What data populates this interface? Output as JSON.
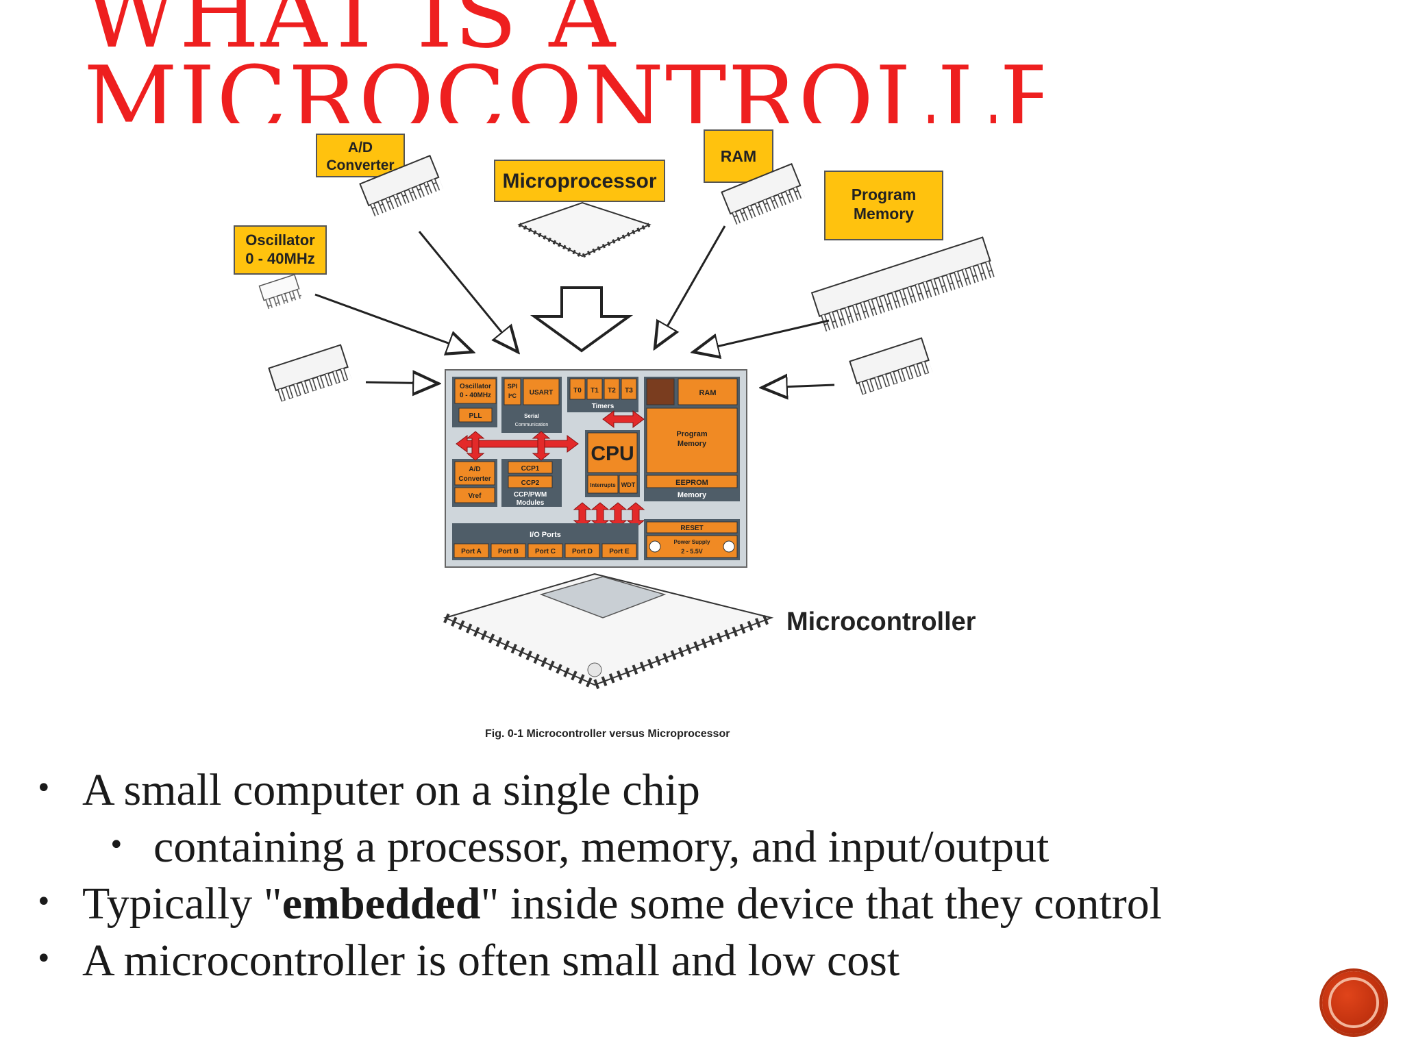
{
  "title": {
    "line1": "WHAT IS A",
    "line2": "MICROCONTROLLER?"
  },
  "colors": {
    "title_red": "#ee1f1f",
    "chip_orange": "#f08a24",
    "label_yellow": "#ffc20e",
    "arrow_red": "#e32a2a",
    "nav_button": "#c2320f"
  },
  "figure": {
    "labels": {
      "ad_converter_l1": "A/D",
      "ad_converter_l2": "Converter",
      "microprocessor": "Microprocessor",
      "ram": "RAM",
      "program_memory_l1": "Program",
      "program_memory_l2": "Memory",
      "oscillator_l1": "Oscillator",
      "oscillator_l2": "0 - 40MHz",
      "microcontroller": "Microcontroller",
      "caption": "Fig. 0-1 Microcontroller versus Microprocessor"
    },
    "blocks": {
      "osc_l1": "Oscillator",
      "osc_l2": "0 - 40MHz",
      "pll": "PLL",
      "spi_l1": "SPI",
      "spi_l2": "I²C",
      "usart": "USART",
      "serial_l1": "Serial",
      "serial_l2": "Communication",
      "t0": "T0",
      "t1": "T1",
      "t2": "T2",
      "t3": "T3",
      "timers": "Timers",
      "ram": "RAM",
      "program_l1": "Program",
      "program_l2": "Memory",
      "eeprom": "EEPROM",
      "memory": "Memory",
      "cpu": "CPU",
      "interrupts": "Interrupts",
      "wdt": "WDT",
      "ad_l1": "A/D",
      "ad_l2": "Converter",
      "vref": "Vref",
      "ccp1": "CCP1",
      "ccp2": "CCP2",
      "ccp_l1": "CCP/PWM",
      "ccp_l2": "Modules",
      "io_ports": "I/O Ports",
      "port_a": "Port A",
      "port_b": "Port B",
      "port_c": "Port C",
      "port_d": "Port D",
      "port_e": "Port E",
      "reset": "RESET",
      "power_l1": "Power Supply",
      "power_l2": "2 - 5.5V"
    }
  },
  "bullets": {
    "b1": "A small computer on a single chip",
    "b1_sub": "containing a processor, memory, and input/output",
    "b2_pre": "Typically \"",
    "b2_bold": "embedded",
    "b2_post": "\" inside some device that they control",
    "b3": "A microcontroller is often small and low cost",
    "dot": "•"
  }
}
